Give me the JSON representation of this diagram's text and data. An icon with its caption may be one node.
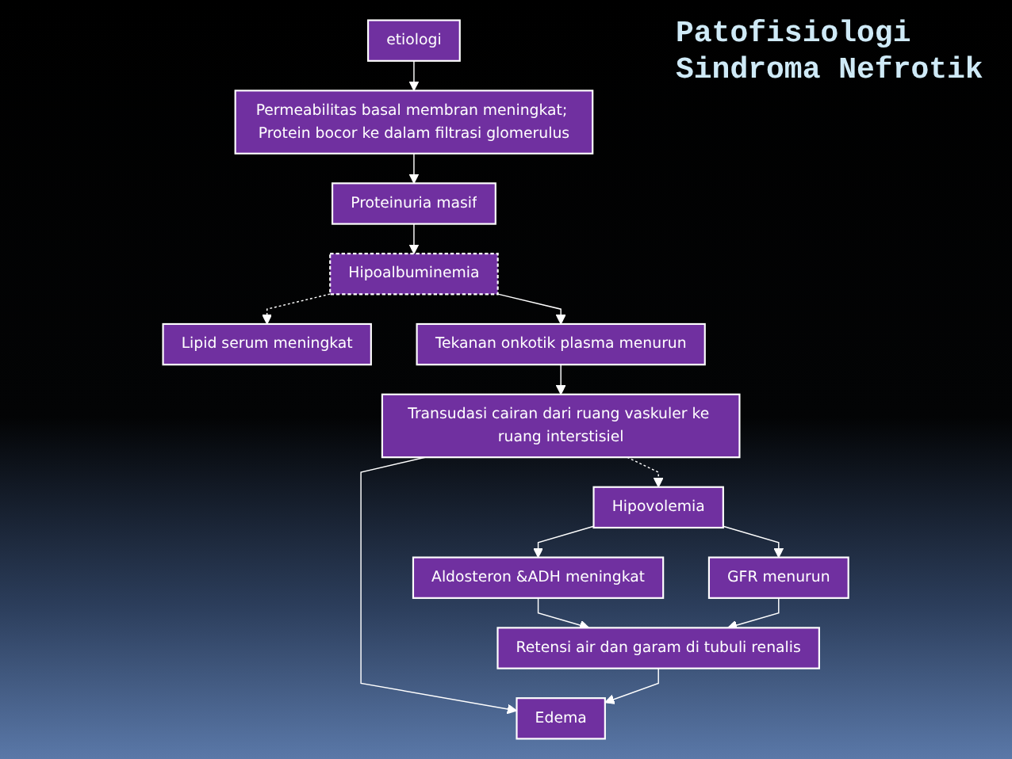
{
  "diagram": {
    "title": "Patofisiologi Sindroma Nefrotik",
    "nodes": [
      {
        "text": [
          "etiologi"
        ]
      },
      {
        "text": [
          "Permeabilitas basal membran meningkat; Protein bocor ke dalam filtrasi glomerulus"
        ]
      },
      {
        "text": [
          "Proteinuria masif"
        ]
      },
      {
        "text": [
          "Hipoalbuminemia"
        ]
      },
      {
        "text": [
          "Lipid serum meningkat"
        ]
      },
      {
        "text": [
          "Tekanan onkotik plasma menurun"
        ]
      },
      {
        "text": [
          "Hipovolemia"
        ]
      },
      {
        "text": [
          "Transudasi cairan dari ruang vaskuler ke ruang interstisiel"
        ]
      },
      {
        "text": [
          "Aldosteron &ADH meningkat"
        ]
      },
      {
        "text": [
          "GFR menurun"
        ]
      },
      {
        "text": [
          "Retensi air dan garam di tubuli renalis"
        ]
      },
      {
        "text": [
          "Edema"
        ]
      }
    ],
    "edges": [
      {
        "from": 0,
        "to": 1,
        "arrow": "to"
      },
      {
        "from": 1,
        "to": 2,
        "arrow": "to"
      },
      {
        "from": 2,
        "to": 3,
        "arrow": "to"
      },
      {
        "from": 3,
        "to": 5,
        "arrow": "to"
      },
      {
        "from": 3,
        "to": 4,
        "arrow": "to",
        "style": "dashed"
      },
      {
        "from": 5,
        "to": 7,
        "arrow": "to"
      },
      {
        "from": 7,
        "to": 11,
        "arrow": "to"
      },
      {
        "from": 7,
        "to": 6,
        "arrow": "to",
        "style": "dashed"
      },
      {
        "from": 6,
        "to": 8,
        "arrow": "to"
      },
      {
        "from": 6,
        "to": 9,
        "arrow": "to"
      },
      {
        "from": 8,
        "to": 10,
        "arrow": "to"
      },
      {
        "from": 9,
        "to": 10,
        "arrow": "to"
      },
      {
        "from": 10,
        "to": 11,
        "arrow": "to"
      }
    ]
  }
}
